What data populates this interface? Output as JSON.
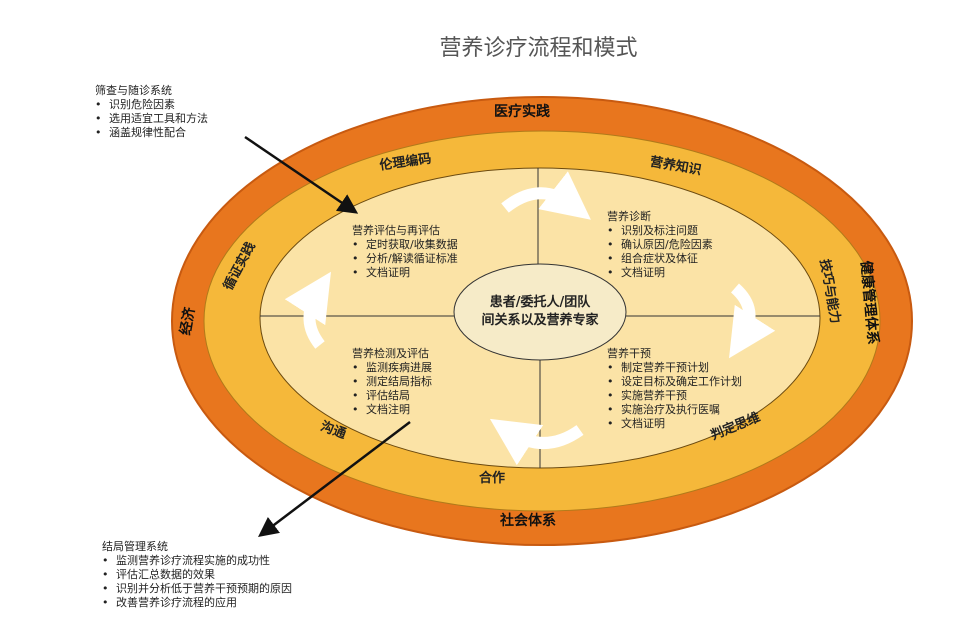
{
  "title": "营养诊疗流程和模式",
  "colors": {
    "outer": "#e8761e",
    "middle": "#f5b83a",
    "inner": "#fbe3a6",
    "center": "#f6ebc8"
  },
  "outer_ring": {
    "top": "医疗实践",
    "bottom": "社会体系",
    "left": "经济",
    "right": "健康管理体系"
  },
  "middle_ring": {
    "top_left": "伦理编码",
    "top_right": "营养知识",
    "left": "循证实践",
    "right": "技巧与能力",
    "bottom_left": "沟通",
    "bottom": "合作",
    "bottom_right": "判定思维"
  },
  "center": {
    "line1": "患者/委托人/团队",
    "line2": "间关系以及营养专家"
  },
  "quadrants": [
    {
      "title": "营养评估与再评估",
      "items": [
        "定时获取/收集数据",
        "分析/解读循证标准",
        "文档证明"
      ]
    },
    {
      "title": "营养诊断",
      "items": [
        "识别及标注问题",
        "确认原因/危险因素",
        "组合症状及体征",
        "文档证明"
      ]
    },
    {
      "title": "营养检测及评估",
      "items": [
        "监测疾病进展",
        "测定结局指标",
        "评估结局",
        "文档注明"
      ]
    },
    {
      "title": "营养干预",
      "items": [
        "制定营养干预计划",
        "设定目标及确定工作计划",
        "实施营养干预",
        "实施治疗及执行医嘱",
        "文档证明"
      ]
    }
  ],
  "screening": {
    "title": "筛查与随诊系统",
    "items": [
      "识别危险因素",
      "选用适宜工具和方法",
      "涵盖规律性配合"
    ]
  },
  "outcome": {
    "title": "结局管理系统",
    "items": [
      "监测营养诊疗流程实施的成功性",
      "评估汇总数据的效果",
      "识别并分析低于营养干预预期的原因",
      "改善营养诊疗流程的应用"
    ]
  }
}
